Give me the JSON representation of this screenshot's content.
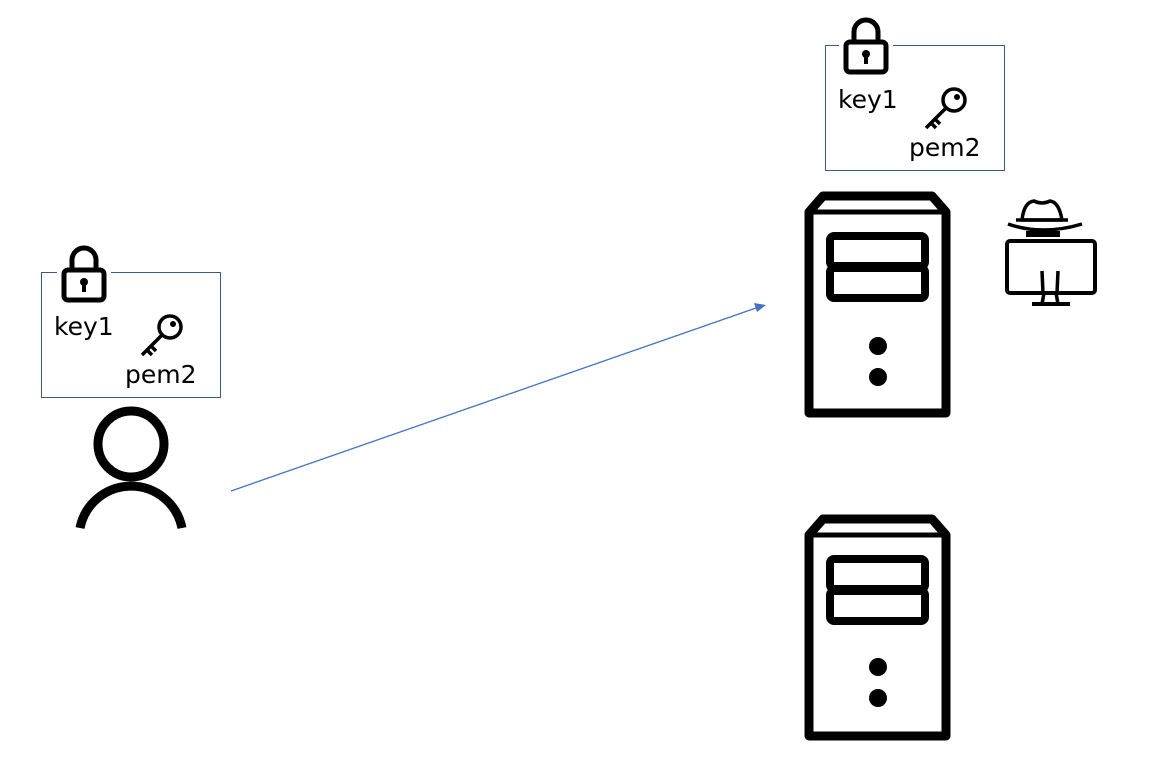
{
  "user_panel": {
    "lock_label": "key1",
    "key_label": "pem2"
  },
  "server_panel": {
    "lock_label": "key1",
    "key_label": "pem2"
  },
  "icons": {
    "user": "user-icon",
    "lock": "lock-icon",
    "key": "key-icon",
    "server": "server-icon",
    "spy": "spy-icon"
  },
  "colors": {
    "frame": "#3b5a8a",
    "arrow": "#4472c4",
    "icon": "#000000"
  }
}
